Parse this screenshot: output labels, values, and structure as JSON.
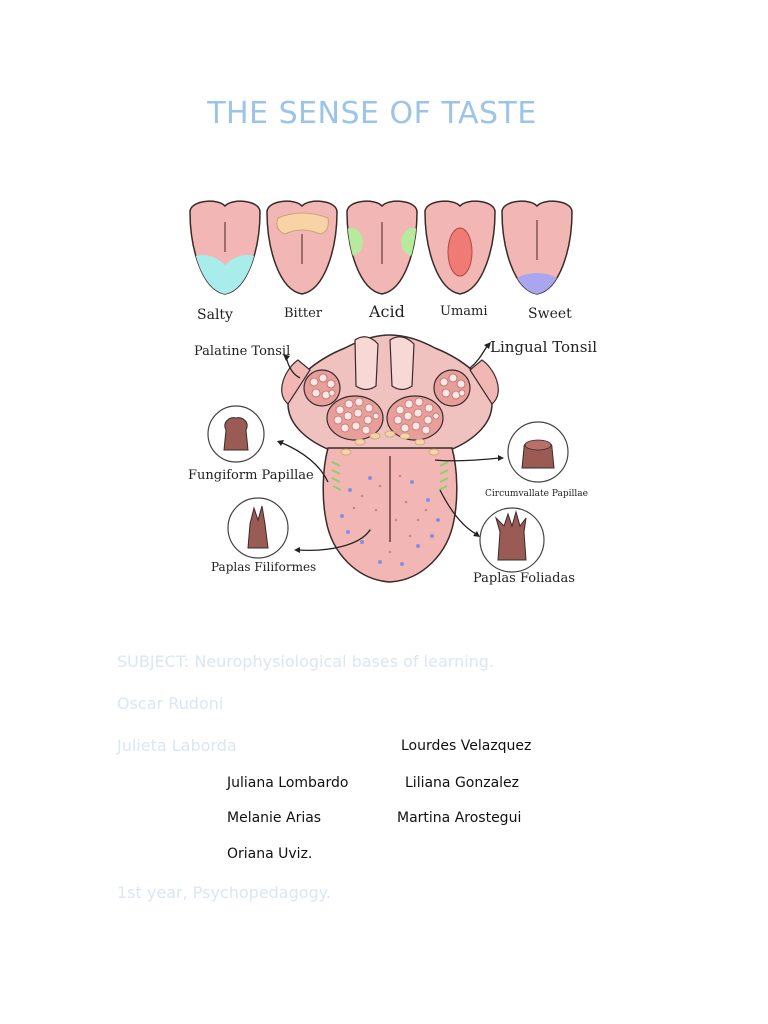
{
  "title": "THE SENSE OF TASTE",
  "figure": {
    "tastes": [
      "Salty",
      "Bitter",
      "Acid",
      "Umami",
      "Sweet"
    ],
    "labels": {
      "palatine_tonsil": "Palatine Tonsil",
      "lingual_tonsil": "Lingual Tonsil",
      "fungiform": "Fungiform Papillae",
      "circumvallate": "Circumvallate Papillae",
      "filiformes": "Paplas Filiformes",
      "foliadas": "Paplas Foliadas"
    },
    "colors": {
      "tongue": "#f2b7b5",
      "salty": "#a8ecec",
      "bitter": "#f7d3a6",
      "acid": "#b6ea9c",
      "umami": "#ef7b74",
      "sweet": "#a9a6ef"
    }
  },
  "info": {
    "subject": "SUBJECT: Neurophysiological bases of learning.",
    "teacher1": "Oscar Rudoni",
    "teacher2": "Julieta Laborda",
    "year": "1st year, Psychopedagogy."
  },
  "students": {
    "s1": "Lourdes Velazquez",
    "s2": "Juliana Lombardo",
    "s3": "Liliana Gonzalez",
    "s4": "Melanie Arias",
    "s5": "Martina Arostegui",
    "s6": "Oriana Uviz."
  }
}
